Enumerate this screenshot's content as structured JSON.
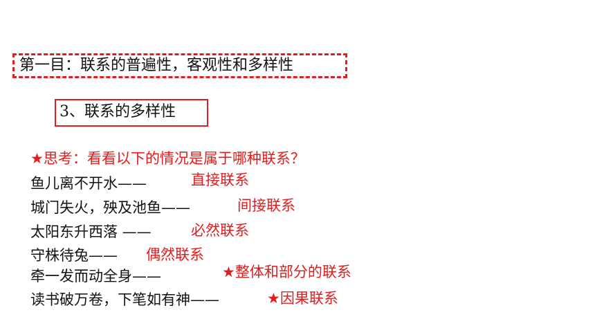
{
  "title": "第一目：联系的普遍性，客观性和多样性",
  "section": "3、联系的多样性",
  "question": "★思考：看看以下的情况是属于哪种联系？",
  "items": [
    {
      "text": "鱼儿离不开水——",
      "answer": "直接联系"
    },
    {
      "text": "城门失火，殃及池鱼——",
      "answer": "间接联系"
    },
    {
      "text": "太阳东升西落 ——",
      "answer": "必然联系"
    },
    {
      "text": "守株待兔——",
      "answer": "偶然联系"
    },
    {
      "text": "牵一发而动全身——",
      "answer": "★整体和部分的联系"
    },
    {
      "text": "读书破万卷，下笔如有神——",
      "answer": "★因果联系"
    }
  ],
  "colors": {
    "accent": "#e41b1b",
    "text": "#111111",
    "background": "#ffffff"
  }
}
